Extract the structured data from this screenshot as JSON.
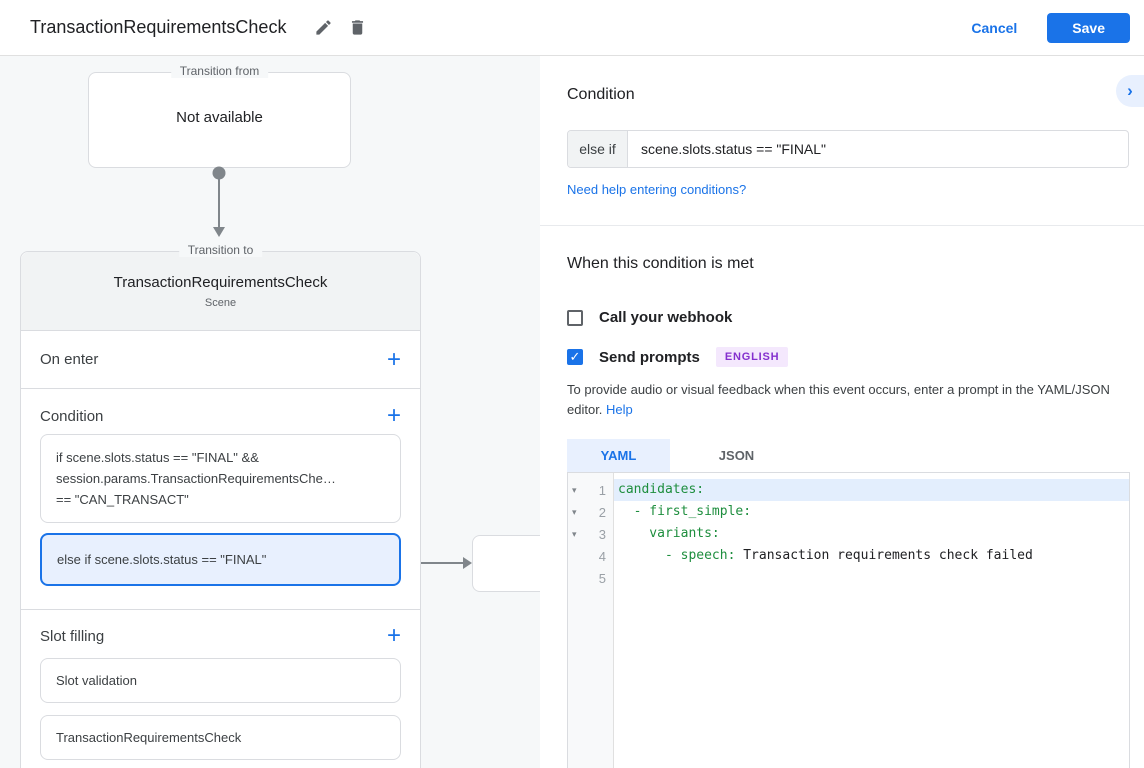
{
  "colors": {
    "accent_blue": "#1a73e8",
    "selected_fill": "#e8f0fe",
    "badge_purple_text": "#8430ce",
    "badge_purple_bg": "#f4e8fd",
    "yaml_key_green": "#1e8e3e",
    "canvas_bg": "#f6f8f9"
  },
  "header": {
    "title": "TransactionRequirementsCheck",
    "cancel_label": "Cancel",
    "save_label": "Save"
  },
  "icons": {
    "add": "+",
    "chevron_right": "›",
    "fold": "▾",
    "check": "✓"
  },
  "canvas": {
    "transition_from": {
      "label": "Transition from",
      "content": "Not available"
    },
    "transition_to": {
      "label": "Transition to",
      "title": "TransactionRequirementsCheck",
      "subtitle": "Scene"
    },
    "on_enter": {
      "label": "On enter"
    },
    "condition": {
      "label": "Condition",
      "items": [
        {
          "text": "if scene.slots.status == \"FINAL\" &&\nsession.params.TransactionRequirementsChe…\n== \"CAN_TRANSACT\"",
          "selected": false
        },
        {
          "text": "else if scene.slots.status == \"FINAL\"",
          "selected": true
        }
      ]
    },
    "slot_filling": {
      "label": "Slot filling",
      "items": [
        {
          "text": "Slot validation"
        },
        {
          "text": "TransactionRequirementsCheck"
        }
      ]
    }
  },
  "panel": {
    "title": "Condition",
    "condition_input": {
      "prefix": "else if",
      "value": "scene.slots.status == \"FINAL\""
    },
    "help_link": "Need help entering conditions?",
    "when_met": {
      "heading": "When this condition is met",
      "webhook_label": "Call your webhook",
      "webhook_checked": false,
      "prompts_label": "Send prompts",
      "prompts_checked": true,
      "language_badge": "ENGLISH",
      "description": "To provide audio or visual feedback when this event occurs, enter a prompt in the YAML/JSON editor.",
      "help_label": "Help"
    },
    "tabs": [
      {
        "label": "YAML",
        "active": true
      },
      {
        "label": "JSON",
        "active": false
      }
    ],
    "editor": {
      "lines": [
        {
          "num": "1",
          "key": "candidates:",
          "value": "",
          "fold": true,
          "active": true
        },
        {
          "num": "2",
          "key": "  - first_simple:",
          "value": "",
          "fold": true,
          "active": false
        },
        {
          "num": "3",
          "key": "    variants:",
          "value": "",
          "fold": true,
          "active": false
        },
        {
          "num": "4",
          "key": "      - speech:",
          "value": " Transaction requirements check failed",
          "fold": false,
          "active": false
        },
        {
          "num": "5",
          "key": "",
          "value": "",
          "fold": false,
          "active": false
        }
      ]
    }
  }
}
